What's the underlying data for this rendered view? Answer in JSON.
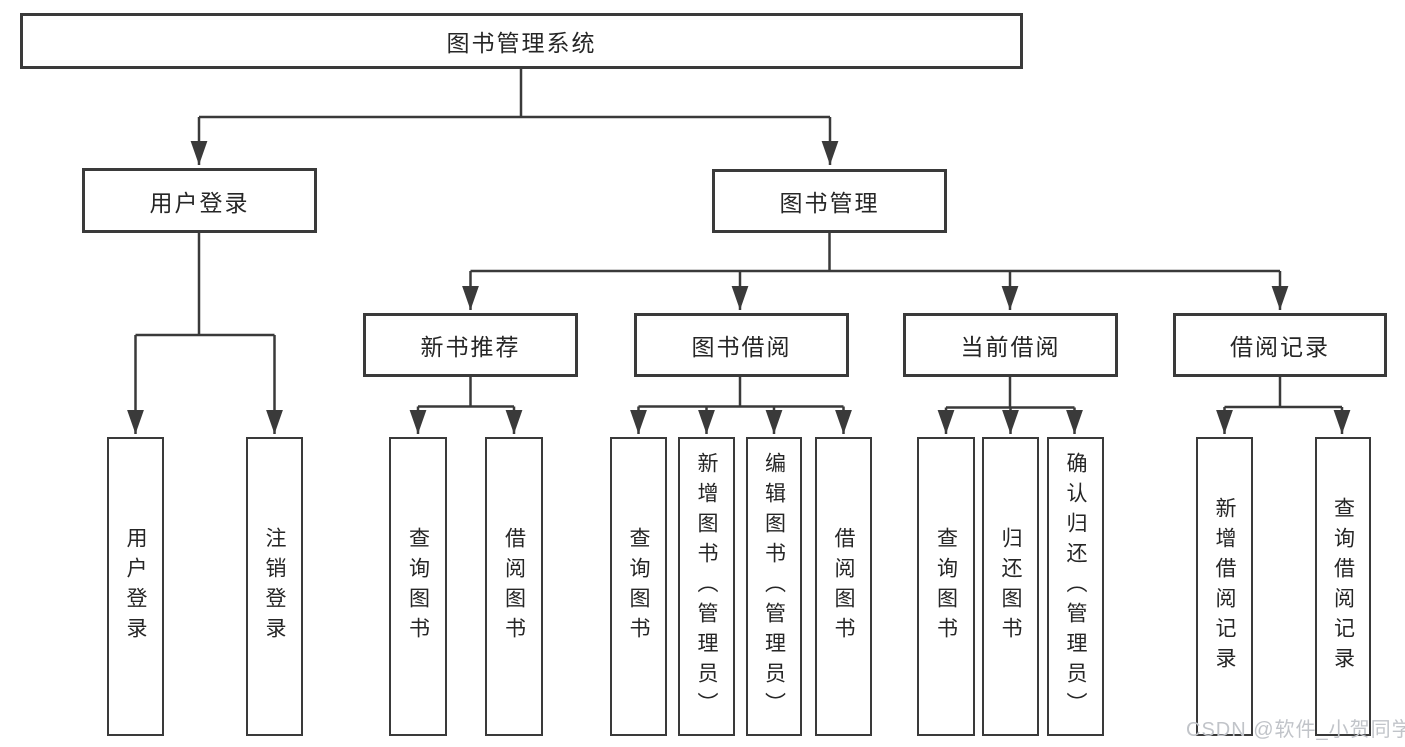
{
  "diagram": {
    "root": {
      "label": "图书管理系统"
    },
    "branches": [
      {
        "label": "用户登录",
        "children": [
          {
            "label": "用户登录"
          },
          {
            "label": "注销登录"
          }
        ]
      },
      {
        "label": "图书管理",
        "children": [
          {
            "label": "新书推荐",
            "children": [
              {
                "label": "查询图书"
              },
              {
                "label": "借阅图书"
              }
            ]
          },
          {
            "label": "图书借阅",
            "children": [
              {
                "label": "查询图书"
              },
              {
                "label": "新增图书（管理员）"
              },
              {
                "label": "编辑图书（管理员）"
              },
              {
                "label": "借阅图书"
              }
            ]
          },
          {
            "label": "当前借阅",
            "children": [
              {
                "label": "查询图书"
              },
              {
                "label": "归还图书"
              },
              {
                "label": "确认归还（管理员）"
              }
            ]
          },
          {
            "label": "借阅记录",
            "children": [
              {
                "label": "新增借阅记录"
              },
              {
                "label": "查询借阅记录"
              }
            ]
          }
        ]
      }
    ]
  },
  "watermark": "CSDN @软件_小贺同学",
  "colors": {
    "line": "#3a3a3a",
    "text": "#262626",
    "watermark": "#c1c4c9",
    "background": "#ffffff"
  }
}
